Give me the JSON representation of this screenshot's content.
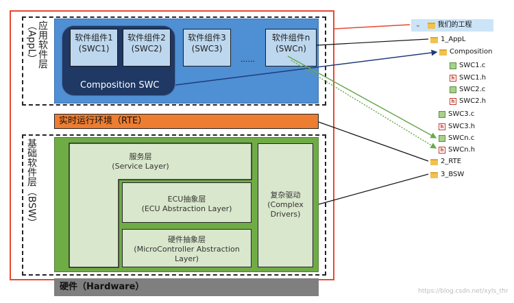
{
  "appl_layer_label": "应用软件层（AppL）",
  "bsw_layer_label": "基础软件层（BSW）",
  "swc_boxes": [
    {
      "name": "软件组件1",
      "id": "(SWC1)"
    },
    {
      "name": "软件组件2",
      "id": "(SWC2)"
    },
    {
      "name": "软件组件3",
      "id": "(SWC3)"
    },
    {
      "name": "软件组件n",
      "id": "(SWCn)"
    }
  ],
  "ellipsis": "......",
  "composition_label": "Composition SWC",
  "rte_label": "实时运行环境（RTE）",
  "service_layer": {
    "title": "服务层",
    "subtitle": "(Service Layer)"
  },
  "ecu_layer": {
    "title": "ECU抽象层",
    "subtitle": "(ECU Abstraction Layer)"
  },
  "mcal_layer": {
    "title": "硬件抽象层",
    "subtitle": "(MicroController Abstraction Layer)"
  },
  "complex_drivers": {
    "title": "复杂驱动",
    "subtitle": "(Complex Drivers)"
  },
  "hardware_label": "硬件（Hardware）",
  "file_tree": {
    "root": "我们的工程",
    "items": [
      {
        "label": "1_AppL",
        "type": "folder"
      },
      {
        "label": "Composition",
        "type": "folder"
      },
      {
        "label": "SWC1.c",
        "type": "c"
      },
      {
        "label": "SWC1.h",
        "type": "h"
      },
      {
        "label": "SWC2.c",
        "type": "c"
      },
      {
        "label": "SWC2.h",
        "type": "h"
      },
      {
        "label": "SWC3.c",
        "type": "c"
      },
      {
        "label": "SWC3.h",
        "type": "h"
      },
      {
        "label": "SWCn.c",
        "type": "c"
      },
      {
        "label": "SWCn.h",
        "type": "h"
      },
      {
        "label": "2_RTE",
        "type": "folder"
      },
      {
        "label": "3_BSW",
        "type": "folder"
      }
    ]
  },
  "watermark": "https://blog.csdn.net/xyls_thr",
  "colors": {
    "appl_blue": "#4f8fd3",
    "composition_navy": "#1f3864",
    "swc_light_blue": "#bdd7ee",
    "rte_orange": "#ed7d31",
    "bsw_green": "#6fac46",
    "layer_light_green": "#d9e7cc",
    "hardware_gray": "#7f7f7f",
    "outer_red": "#e8462e"
  }
}
